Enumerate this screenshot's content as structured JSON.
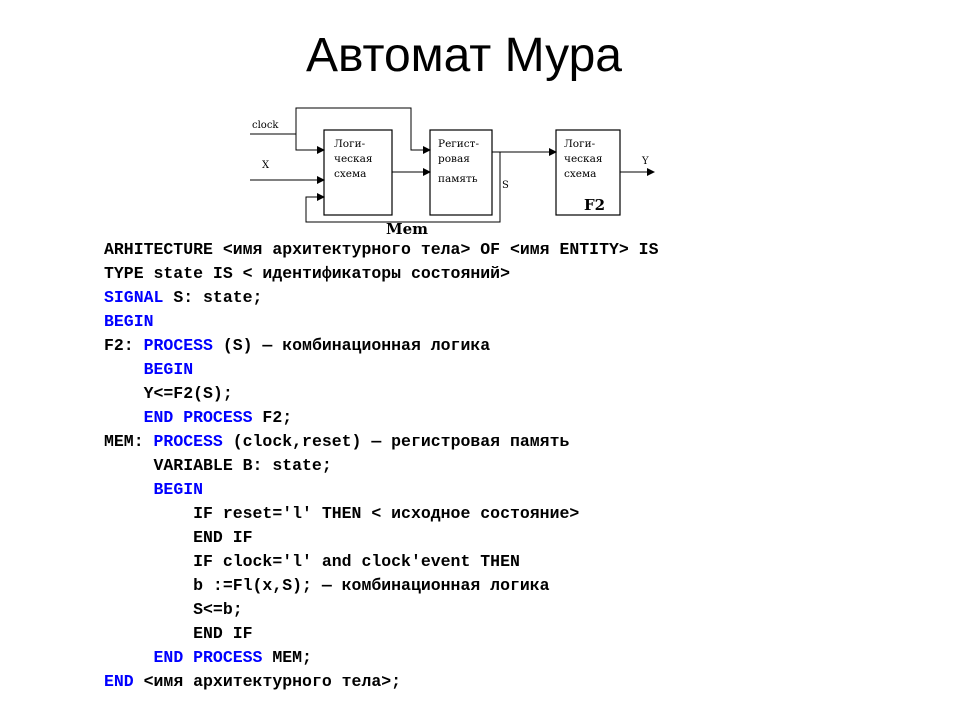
{
  "slide": {
    "title": "Автомат Мура"
  },
  "diagram": {
    "input_clock": "clock",
    "input_x": "X",
    "output_y": "Y",
    "state_label": "S",
    "block1": {
      "lines": [
        "Логи-",
        "ческая",
        "схема"
      ]
    },
    "block2": {
      "lines": [
        "Регист-",
        "ровая",
        "память"
      ],
      "caption": "Mem"
    },
    "block3": {
      "lines": [
        "Логи-",
        "ческая",
        "схема"
      ],
      "caption": "F2"
    }
  },
  "code": {
    "lines": [
      [
        {
          "t": "ARHITECTURE <имя архитектурного тела> OF <имя ENTITY> IS",
          "c": "txt"
        }
      ],
      [
        {
          "t": "TYPE state IS < идентификаторы состояний>",
          "c": "txt"
        }
      ],
      [
        {
          "t": "SIGNAL",
          "c": "kw"
        },
        {
          "t": " S: state;",
          "c": "txt"
        }
      ],
      [
        {
          "t": "BEGIN",
          "c": "kw"
        }
      ],
      [
        {
          "t": "F2: ",
          "c": "txt"
        },
        {
          "t": "PROCESS",
          "c": "kw"
        },
        {
          "t": " (S) — комбинационная логика",
          "c": "txt"
        }
      ],
      [
        {
          "t": "    ",
          "c": "txt"
        },
        {
          "t": "BEGIN",
          "c": "kw"
        }
      ],
      [
        {
          "t": "    Y<=F2(S);",
          "c": "txt"
        }
      ],
      [
        {
          "t": "    ",
          "c": "txt"
        },
        {
          "t": "END PROCESS",
          "c": "kw"
        },
        {
          "t": " F2;",
          "c": "txt"
        }
      ],
      [
        {
          "t": "MEM: ",
          "c": "txt"
        },
        {
          "t": "PROCESS",
          "c": "kw"
        },
        {
          "t": " (clock,reset) — регистровая память",
          "c": "txt"
        }
      ],
      [
        {
          "t": "     VARIABLE B: state;",
          "c": "txt"
        }
      ],
      [
        {
          "t": "     ",
          "c": "txt"
        },
        {
          "t": "BEGIN",
          "c": "kw"
        }
      ],
      [
        {
          "t": "         IF reset='l' THEN < исходное состояние>",
          "c": "txt"
        }
      ],
      [
        {
          "t": "         END IF",
          "c": "txt"
        }
      ],
      [
        {
          "t": "         IF clock='l' and clock'event THEN",
          "c": "txt"
        }
      ],
      [
        {
          "t": "         b :=Fl(x,S); — комбинационная логика",
          "c": "txt"
        }
      ],
      [
        {
          "t": "         S<=b;",
          "c": "txt"
        }
      ],
      [
        {
          "t": "         END IF",
          "c": "txt"
        }
      ],
      [
        {
          "t": "     ",
          "c": "txt"
        },
        {
          "t": "END PROCESS",
          "c": "kw"
        },
        {
          "t": " MEM;",
          "c": "txt"
        }
      ],
      [
        {
          "t": "END",
          "c": "kw"
        },
        {
          "t": " <имя архитектурного тела>;",
          "c": "txt"
        }
      ]
    ]
  }
}
